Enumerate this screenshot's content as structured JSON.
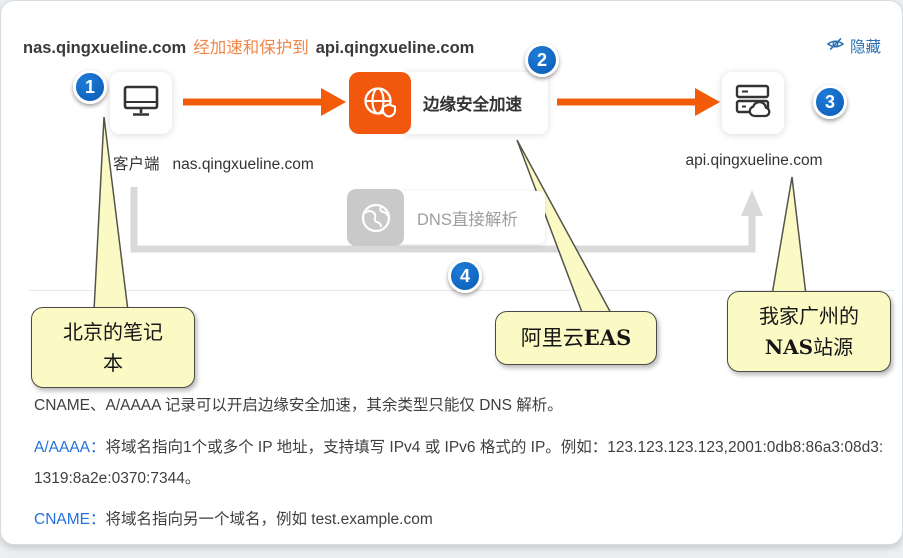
{
  "header": {
    "source_domain": "nas.qingxueline.com",
    "relation": "经加速和保护到",
    "target_domain": "api.qingxueline.com",
    "hide_label": "隐藏",
    "hide_icon": "eye-slash-icon"
  },
  "diagram": {
    "client": {
      "badge": "1",
      "role_label": "客户端",
      "domain": "nas.qingxueline.com",
      "icon": "monitor-icon"
    },
    "eas": {
      "badge": "2",
      "label": "边缘安全加速",
      "icon": "globe-shield-icon"
    },
    "origin": {
      "badge": "3",
      "domain": "api.qingxueline.com",
      "icon": "server-cloud-icon"
    },
    "dns": {
      "badge": "4",
      "label": "DNS直接解析",
      "icon": "globe-icon"
    }
  },
  "callouts": {
    "client": {
      "line1": "北京的笔记",
      "line2": "本"
    },
    "eas": {
      "text": "阿里云",
      "bold": "EAS"
    },
    "origin": {
      "line1": "我家广州的",
      "line2_bold": "NAS",
      "line2_rest": "站源"
    }
  },
  "notes": {
    "summary": "CNAME、A/AAAA 记录可以开启边缘安全加速，其余类型只能仅 DNS 解析。",
    "a_aaaa_term": "A/AAAA：",
    "a_aaaa_desc": "将域名指向1个或多个 IP 地址，支持填写 IPv4 或 IPv6 格式的 IP。例如：123.123.123.123,2001:0db8:86a3:08d3:1319:8a2e:0370:7344。",
    "cname_term": "CNAME：",
    "cname_desc": "将域名指向另一个域名，例如 test.example.com"
  },
  "colors": {
    "accent_orange": "#f25c09",
    "header_orange": "#f0874a",
    "badge_blue": "#0e68c4",
    "link_blue": "#2d6fb5",
    "term_blue": "#2470de",
    "callout_yellow": "#fbfac5",
    "path_gray": "#d9d9d9"
  }
}
